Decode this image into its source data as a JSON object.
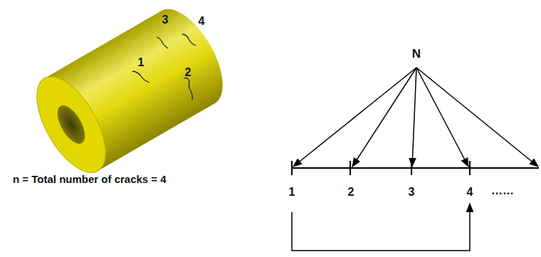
{
  "diagram": {
    "labels": [
      "3",
      "4",
      "1",
      "2",
      "N",
      "n = Total number of cracks = 4",
      "1",
      "2",
      "3",
      "4",
      "……"
    ]
  }
}
